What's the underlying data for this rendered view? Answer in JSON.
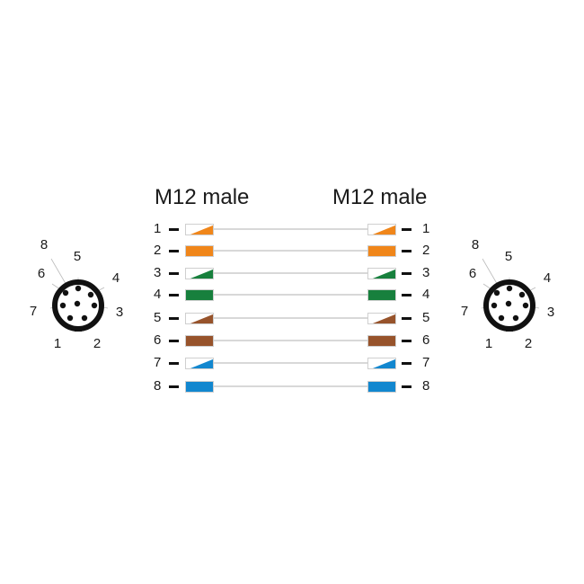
{
  "left_connector": {
    "title": "M12 male"
  },
  "right_connector": {
    "title": "M12 male"
  },
  "pins": [
    {
      "num": "1",
      "color": "#f0861a",
      "striped": true
    },
    {
      "num": "2",
      "color": "#f0861a",
      "striped": false
    },
    {
      "num": "3",
      "color": "#17803d",
      "striped": true
    },
    {
      "num": "4",
      "color": "#17803d",
      "striped": false
    },
    {
      "num": "5",
      "color": "#97532b",
      "striped": true
    },
    {
      "num": "6",
      "color": "#97532b",
      "striped": false
    },
    {
      "num": "7",
      "color": "#1287cf",
      "striped": true
    },
    {
      "num": "8",
      "color": "#1287cf",
      "striped": false
    }
  ],
  "face_labels": [
    "1",
    "2",
    "3",
    "4",
    "5",
    "6",
    "7",
    "8"
  ]
}
